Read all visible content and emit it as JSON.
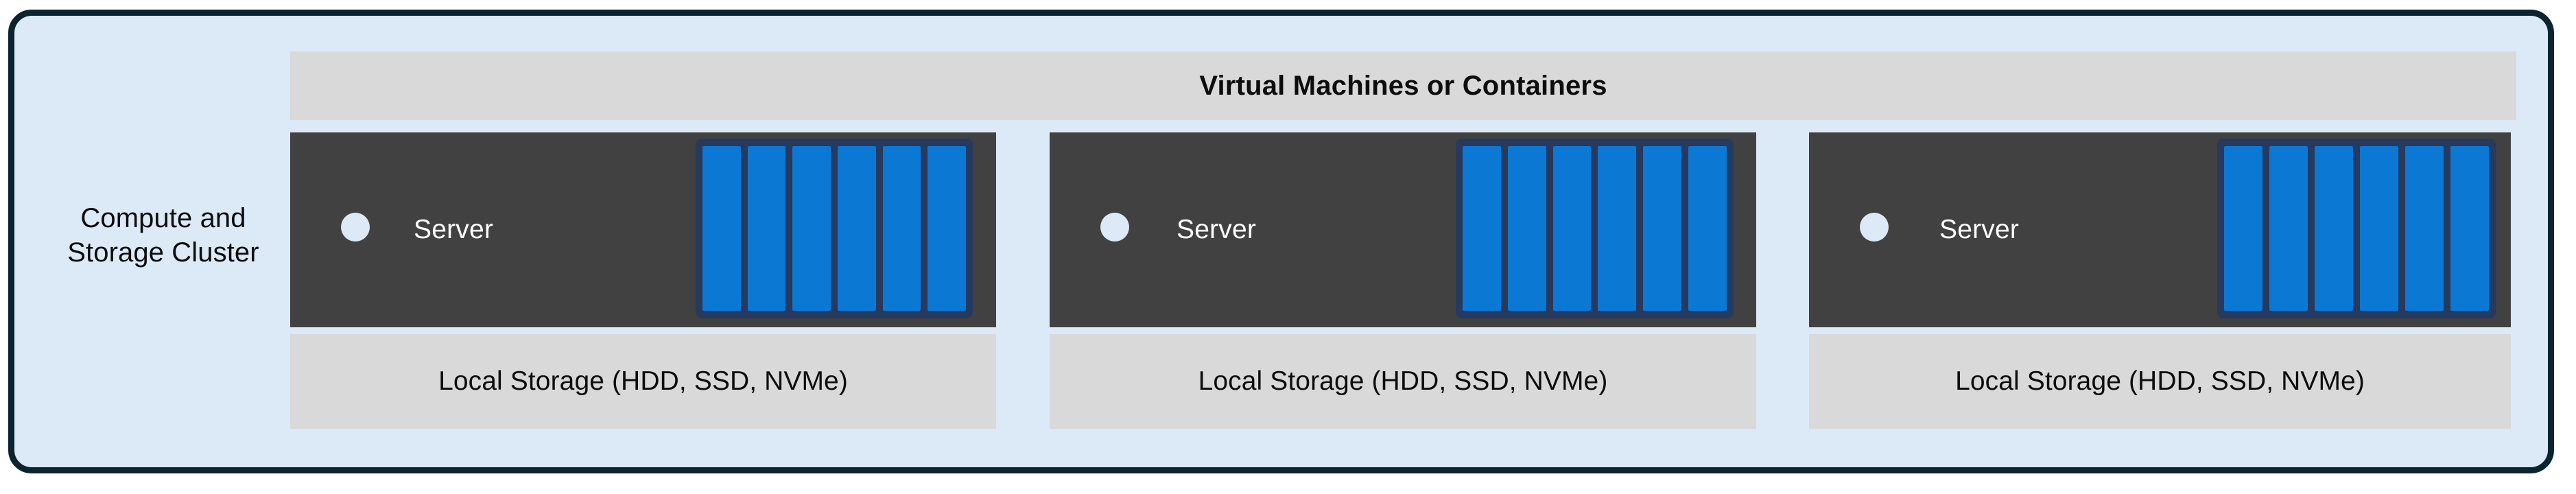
{
  "diagram": {
    "title": "Compute and Storage Cluster",
    "cluster_label": "Compute and\nStorage Cluster",
    "top_band_label": "Virtual Machines or Containers",
    "colors": {
      "frame_border": "#0C2330",
      "frame_fill": "#DCE9F7",
      "band_fill": "#D9D9D9",
      "server_fill": "#414141",
      "drive_bay_chassis": "#253A5E",
      "drive_fill": "#0B78D4",
      "led_fill": "#DCE9F7",
      "text_dark": "#0D0D0D",
      "text_light": "#FFFFFF"
    },
    "nodes": [
      {
        "server_label": "Server",
        "storage_label": "Local Storage (HDD, SSD, NVMe)",
        "drive_count": 6,
        "led": "power-indicator"
      },
      {
        "server_label": "Server",
        "storage_label": "Local Storage (HDD, SSD, NVMe)",
        "drive_count": 6,
        "led": "power-indicator"
      },
      {
        "server_label": "Server",
        "storage_label": "Local Storage (HDD, SSD, NVMe)",
        "drive_count": 6,
        "led": "power-indicator"
      }
    ]
  }
}
